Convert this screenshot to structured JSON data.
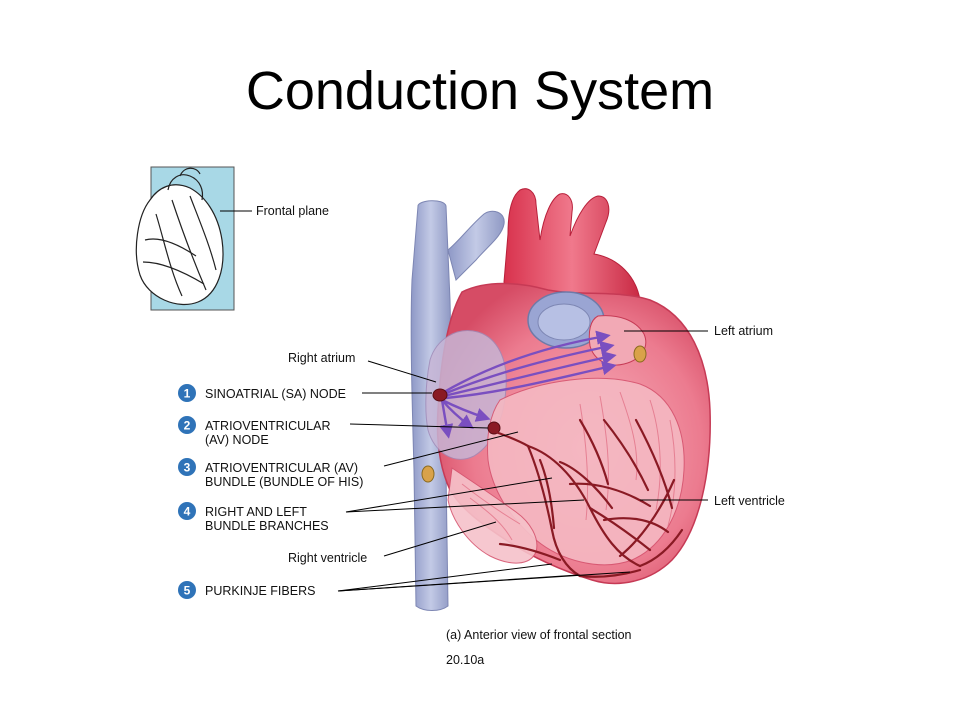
{
  "slide": {
    "title": "Conduction System"
  },
  "inset": {
    "label": "Frontal plane"
  },
  "labels": {
    "right_atrium": "Right atrium",
    "left_atrium": "Left atrium",
    "right_ventricle": "Right ventricle",
    "left_ventricle": "Left ventricle"
  },
  "steps": [
    {
      "number": "1",
      "lines": [
        "SINOATRIAL (SA) NODE"
      ]
    },
    {
      "number": "2",
      "lines": [
        "ATRIOVENTRICULAR",
        "(AV) NODE"
      ]
    },
    {
      "number": "3",
      "lines": [
        "ATRIOVENTRICULAR (AV)",
        "BUNDLE (BUNDLE OF HIS)"
      ]
    },
    {
      "number": "4",
      "lines": [
        "RIGHT AND LEFT",
        "BUNDLE BRANCHES"
      ]
    },
    {
      "number": "5",
      "lines": [
        "PURKINJE FIBERS"
      ]
    }
  ],
  "caption": "(a) Anterior view of frontal section",
  "figure_number": "20.10a",
  "colors": {
    "step_badge": "#2f73b8",
    "vein_blue": "#a9b3d6",
    "heart_pink": "#e8637a",
    "heart_light": "#f2a0ae",
    "fiber": "#8a1a24",
    "arrow_purple": "#7a4fc0",
    "inset_bg": "#a8d8e6"
  }
}
